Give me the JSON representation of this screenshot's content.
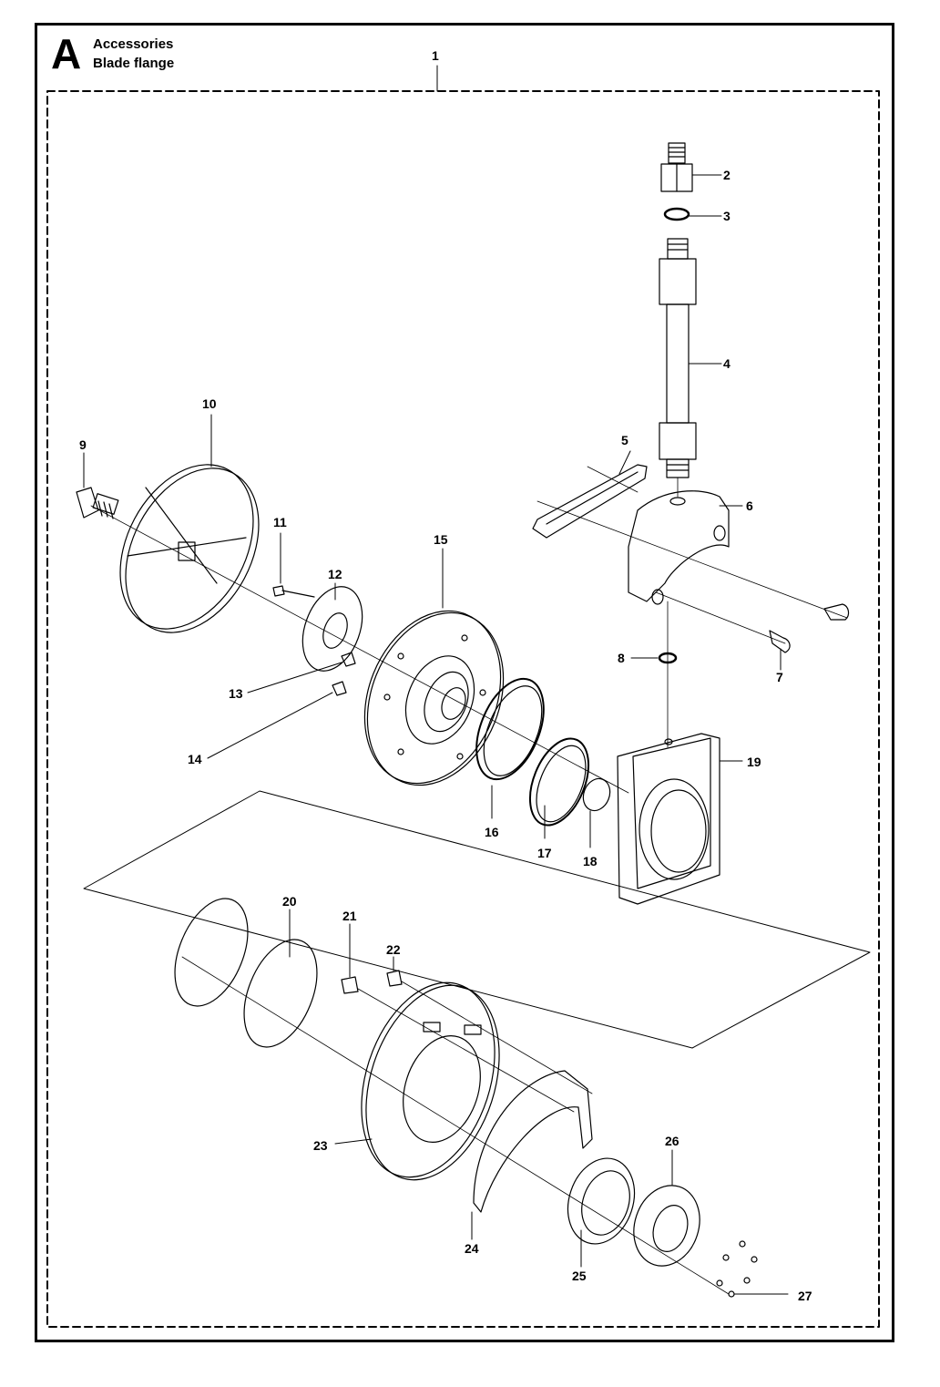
{
  "header": {
    "section_letter": "A",
    "title_line1": "Accessories",
    "title_line2": "Blade flange"
  },
  "callouts": {
    "c1": "1",
    "c2": "2",
    "c3": "3",
    "c4": "4",
    "c5": "5",
    "c6": "6",
    "c7": "7",
    "c8": "8",
    "c9": "9",
    "c10": "10",
    "c11": "11",
    "c12": "12",
    "c13": "13",
    "c14": "14",
    "c15": "15",
    "c16": "16",
    "c17": "17",
    "c18": "18",
    "c19": "19",
    "c20": "20",
    "c21": "21",
    "c22": "22",
    "c23": "23",
    "c24": "24",
    "c25": "25",
    "c26": "26",
    "c27": "27"
  },
  "colors": {
    "ink": "#000000",
    "paper": "#ffffff"
  }
}
